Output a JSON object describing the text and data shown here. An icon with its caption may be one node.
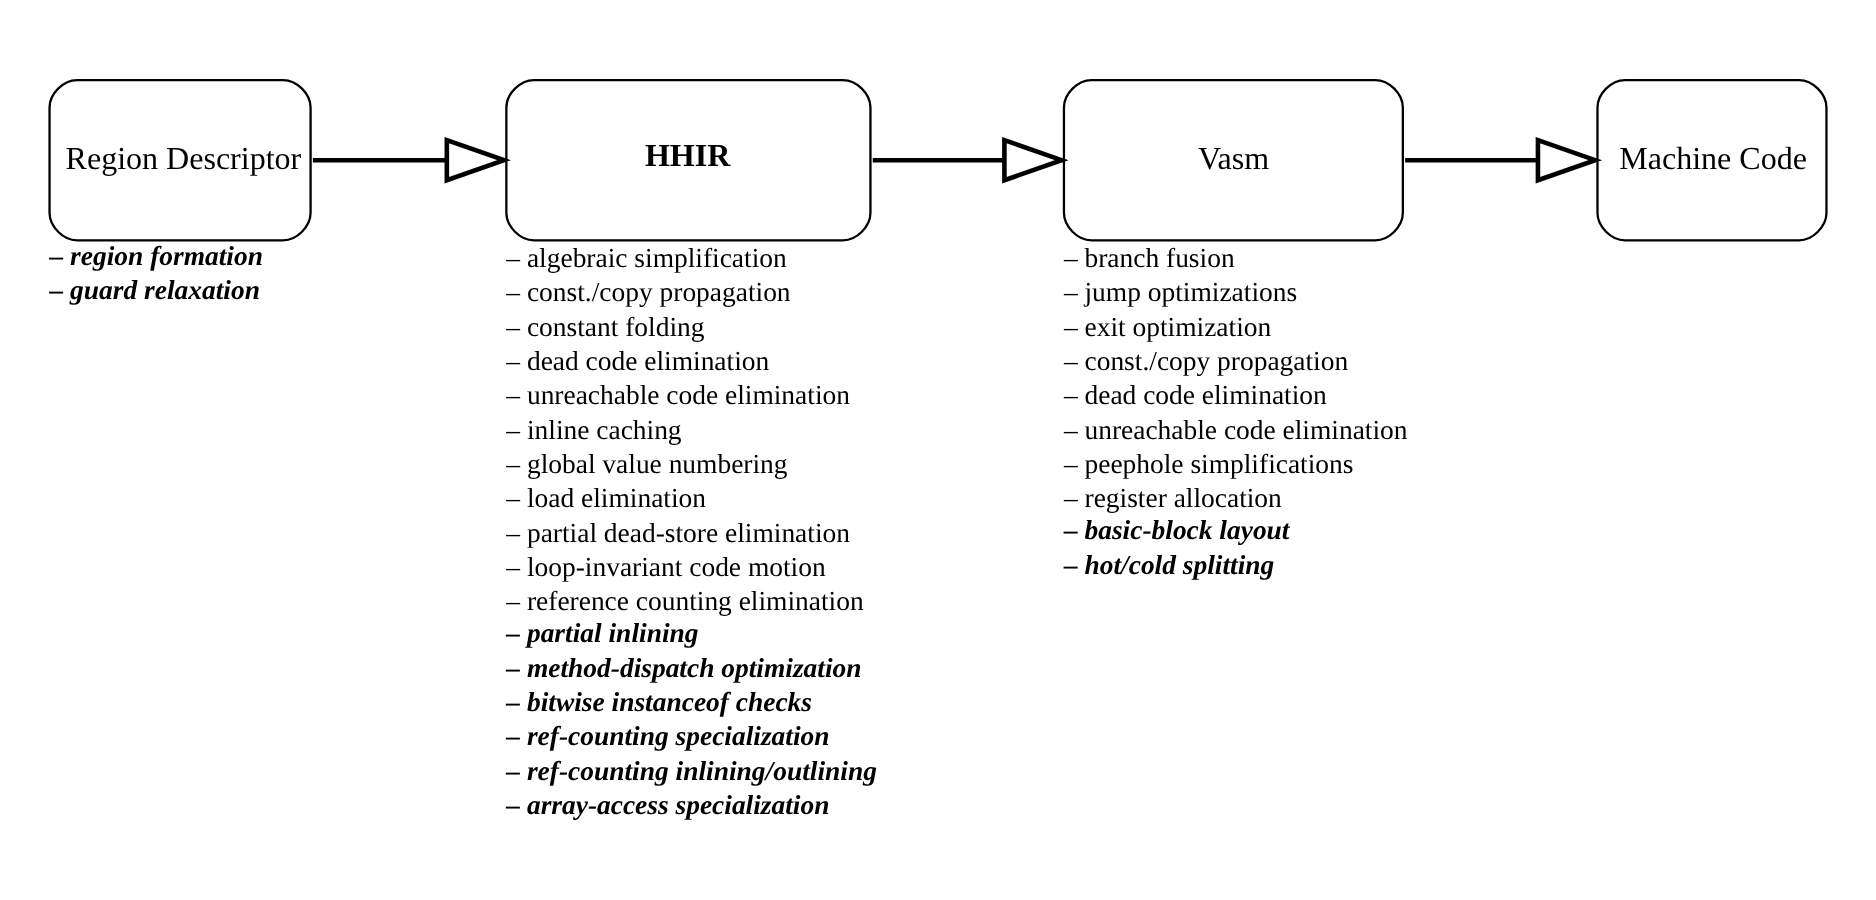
{
  "diagram": {
    "nodes": [
      {
        "text": [
          "Region Descriptor"
        ],
        "beside": [
          "– region formation",
          "– guard relaxation"
        ]
      },
      {
        "text": [
          "HHIR"
        ],
        "beside": [
          "– algebraic simplification",
          "– const./copy propagation",
          "– constant folding",
          "– dead code elimination",
          "– unreachable code elimination",
          "– inline caching",
          "– global value numbering",
          "– load elimination",
          "– partial dead-store elimination",
          "– loop-invariant code motion",
          "– reference counting elimination",
          "– partial inlining",
          "– method-dispatch optimization",
          "– bitwise instanceof checks",
          "– ref-counting specialization",
          "– ref-counting inlining/outlining",
          "– array-access specialization"
        ]
      },
      {
        "text": [
          "Vasm"
        ],
        "beside": [
          "– branch fusion",
          "– jump optimizations",
          "– exit optimization",
          "– const./copy propagation",
          "– dead code elimination",
          "– unreachable code elimination",
          "– peephole simplifications",
          "– register allocation",
          "– basic-block layout",
          "– hot/cold splitting"
        ]
      },
      {
        "text": [
          "Machine Code"
        ]
      }
    ],
    "edges": [
      {
        "from": 0,
        "to": 1,
        "arrow": "to"
      },
      {
        "from": 1,
        "to": 2,
        "arrow": "to"
      },
      {
        "from": 2,
        "to": 3,
        "arrow": "to"
      }
    ]
  }
}
